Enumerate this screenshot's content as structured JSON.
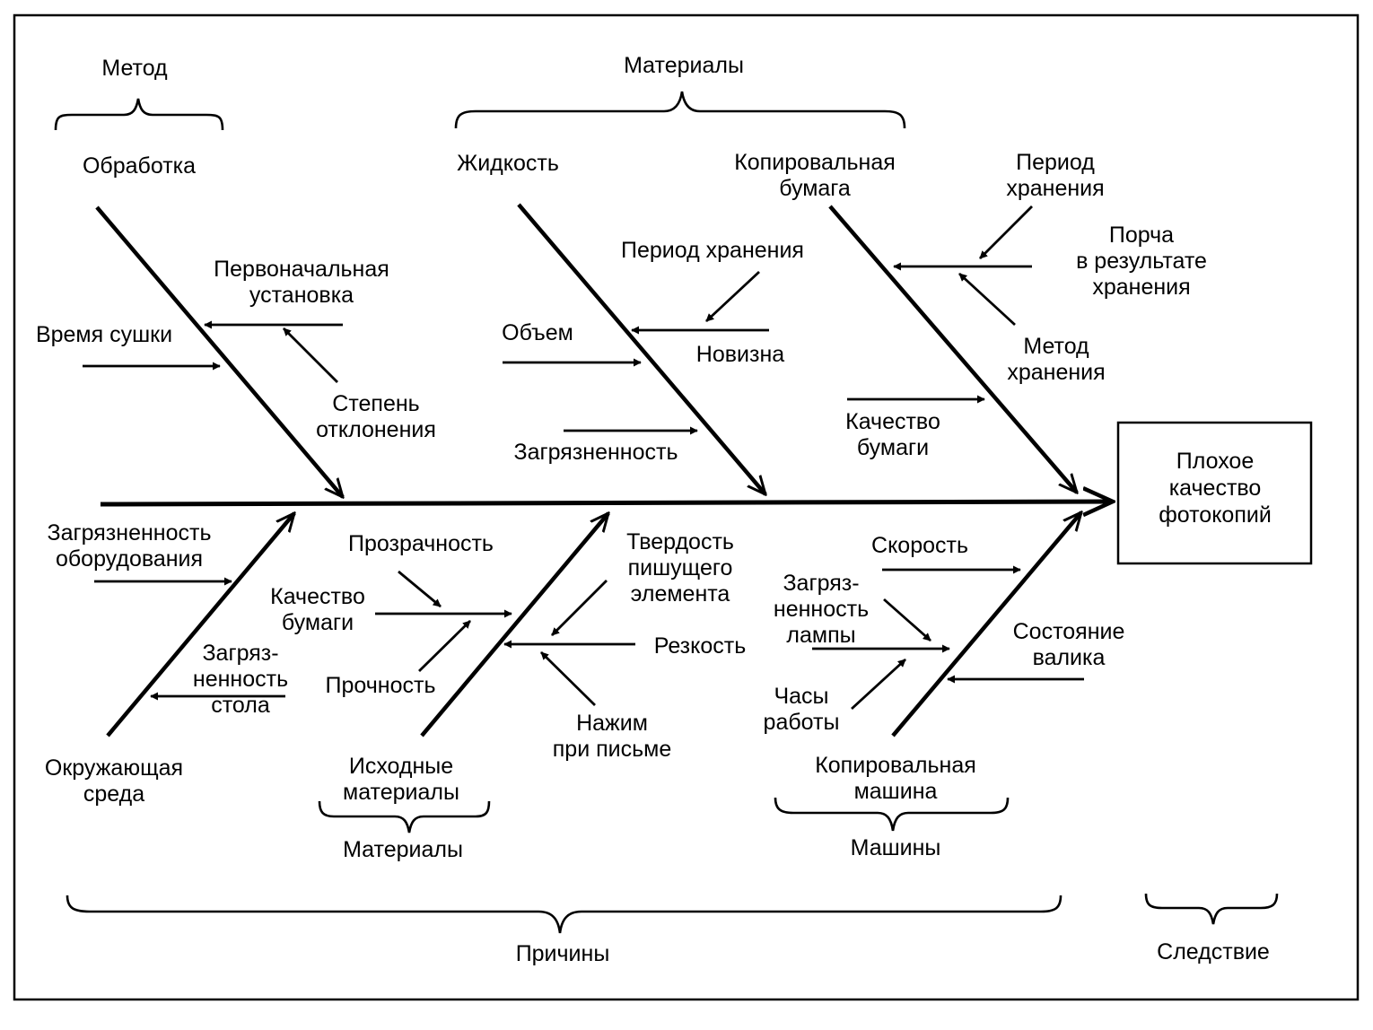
{
  "colors": {
    "ink": "#000000",
    "paper": "#ffffff"
  },
  "effect": "Плохое\nкачество\nфотокопий",
  "groups": {
    "method": "Метод",
    "materials_top": "Материалы",
    "materials_bottom": "Материалы",
    "machines": "Машины",
    "causes": "Причины",
    "consequence": "Следствие"
  },
  "bones": {
    "processing": "Обработка",
    "liquid": "Жидкость",
    "copy_paper": "Копировальная\nбумага",
    "environment": "Окружающая\nсреда",
    "source_materials": "Исходные\nматериалы",
    "copy_machine": "Копировальная\nмашина"
  },
  "causes": {
    "initial_setup": "Первоначальная\nустановка",
    "drying_time": "Время сушки",
    "deviation_degree": "Степень\nотклонения",
    "storage_period_liquid": "Период хранения",
    "volume": "Объем",
    "novelty": "Новизна",
    "contamination_liquid": "Загрязненность",
    "storage_period_paper": "Период\nхранения",
    "storage_spoilage": "Порча\nв результате\nхранения",
    "storage_method": "Метод\nхранения",
    "paper_quality_top": "Качество\nбумаги",
    "equipment_contamination": "Загрязненность\nоборудования",
    "table_contamination": "Загряз-\nненность\nстола",
    "transparency": "Прозрачность",
    "paper_quality_bottom": "Качество\nбумаги",
    "strength": "Прочность",
    "writing_hardness": "Твердость\nпишущего\nэлемента",
    "sharpness": "Резкость",
    "writing_pressure": "Нажим\nпри письме",
    "speed": "Скорость",
    "lamp_contamination": "Загряз-\nненность\nлампы",
    "operating_hours": "Часы\nработы",
    "roller_condition": "Состояние\nвалика"
  }
}
